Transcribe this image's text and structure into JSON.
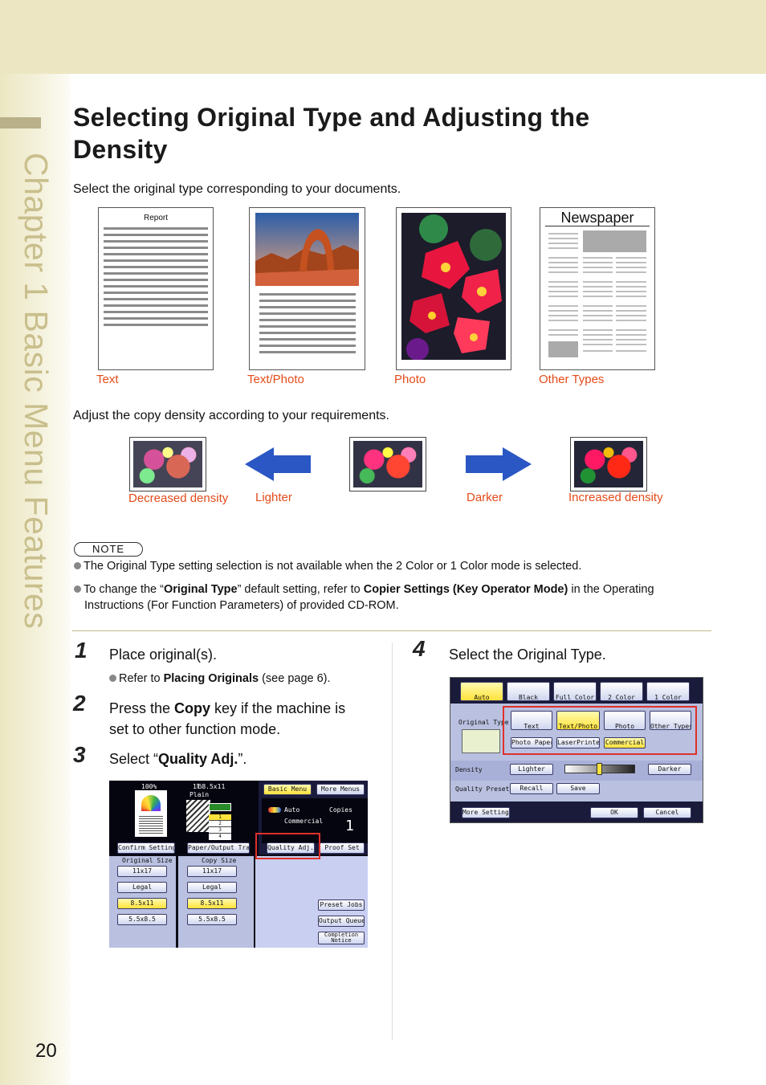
{
  "chapter": "Chapter 1   Basic Menu Features",
  "page_number": "20",
  "title": "Selecting Original Type and Adjusting the Density",
  "intro_type": "Select the original type corresponding to your documents.",
  "original_types": [
    {
      "label": "Text",
      "header": "Report"
    },
    {
      "label": "Text/Photo"
    },
    {
      "label": "Photo"
    },
    {
      "label": "Other Types",
      "header": "Newspaper"
    }
  ],
  "intro_density": "Adjust the copy density according to your requirements.",
  "density": {
    "decreased": "Decreased density",
    "lighter": "Lighter",
    "darker": "Darker",
    "increased": "Increased density"
  },
  "note": {
    "badge": "NOTE",
    "bullet1": "The Original Type setting selection is not available when the 2 Color or 1 Color mode is selected.",
    "bullet2_a": "To change the “",
    "bullet2_b": "Original Type",
    "bullet2_c": "” default setting, refer to ",
    "bullet2_d": "Copier Settings (Key Operator Mode)",
    "bullet2_e": " in the Operating",
    "bullet2_line2": "Instructions (For Function Parameters) of provided CD-ROM."
  },
  "steps": {
    "s1_num": "1",
    "s1": "Place original(s).",
    "s1_sub_a": "Refer to ",
    "s1_sub_b": "Placing Originals",
    "s1_sub_c": " (see page 6).",
    "s2_num": "2",
    "s2_a": "Press the ",
    "s2_b": "Copy",
    "s2_c": " key if the machine is",
    "s2_line2": "set to other function mode.",
    "s3_num": "3",
    "s3_a": "Select “",
    "s3_b": "Quality Adj.",
    "s3_c": "”.",
    "s4_num": "4",
    "s4": "Select the Original Type."
  },
  "screen1": {
    "zoom": "100%",
    "paper": "1℔8.5x11",
    "plain": "Plain",
    "basic_menu": "Basic Menu",
    "more_menus": "More Menus",
    "auto": "Auto",
    "copies_label": "Copies",
    "commercial": "Commercial",
    "copies": "1",
    "confirm": "Confirm Settings",
    "paper_output": "Paper/Output Tray",
    "quality": "Quality Adj.",
    "proof": "Proof Set",
    "orig_size": "Original Size",
    "copy_size": "Copy Size",
    "sizes": [
      "11x17",
      "Legal",
      "8.5x11",
      "5.5x8.5"
    ],
    "preset": "Preset Jobs",
    "queue": "Output Queue",
    "completion": "Completion Notice",
    "trays": [
      "1",
      "2",
      "3",
      "4"
    ]
  },
  "screen2": {
    "modes": [
      "Auto",
      "Black",
      "Full Color",
      "2 Color",
      "1 Color"
    ],
    "original_type_label": "Original Type",
    "types": [
      "Text",
      "Text/Photo",
      "Photo",
      "Other Types"
    ],
    "subtypes": [
      "Photo Paper",
      "LaserPrinted",
      "Commercial"
    ],
    "density_label": "Density",
    "lighter": "Lighter",
    "darker": "Darker",
    "presets_label": "Quality Presets",
    "recall": "Recall",
    "save": "Save",
    "more_settings": "More Settings",
    "ok": "OK",
    "cancel": "Cancel"
  }
}
